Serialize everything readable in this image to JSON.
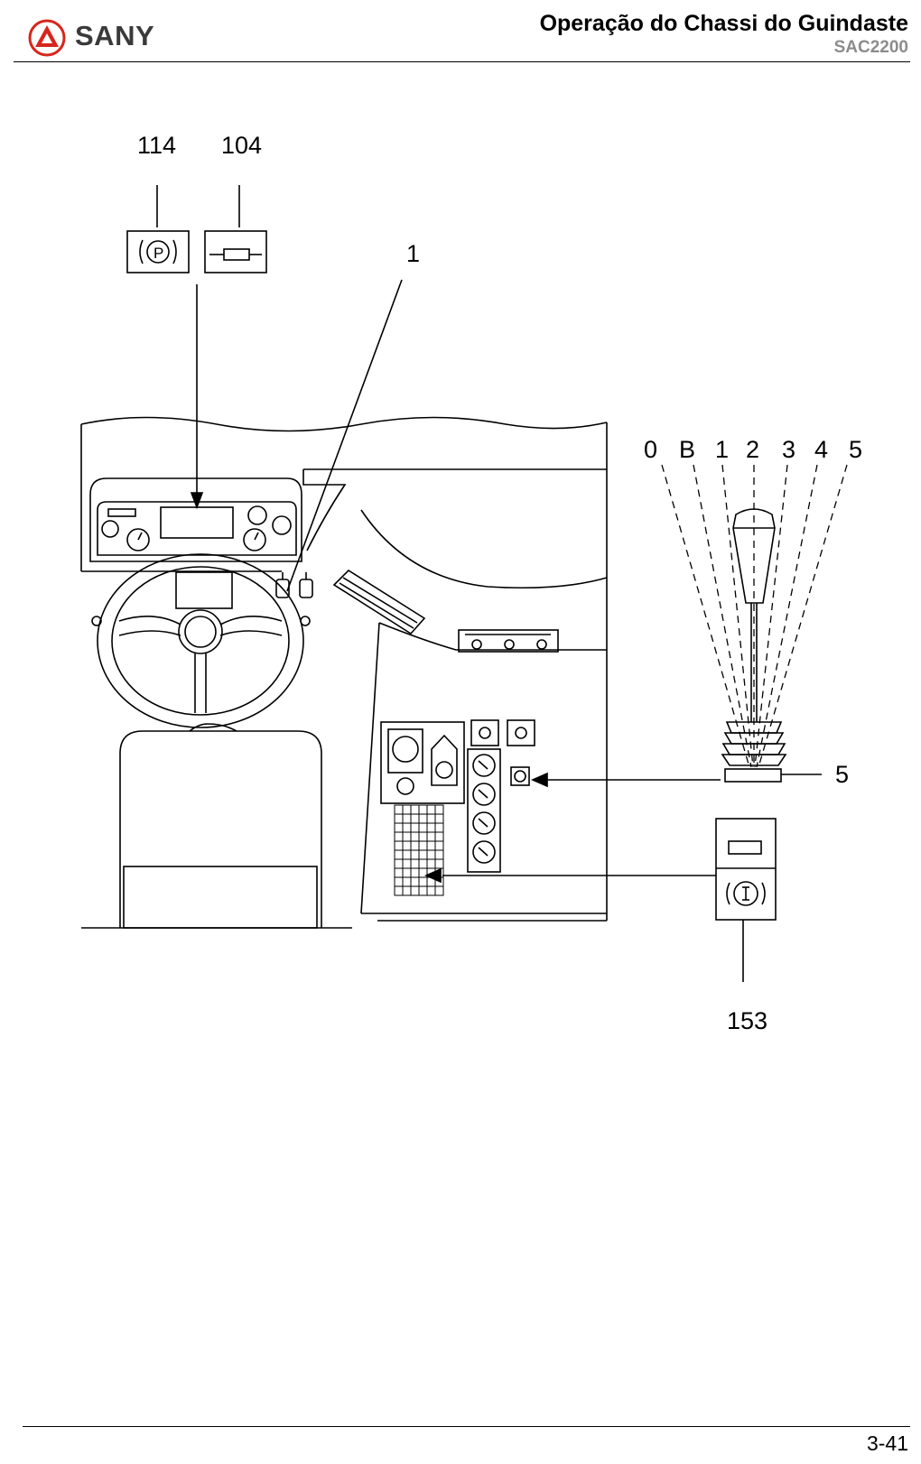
{
  "header": {
    "brand": "SANY",
    "title": "Operação do Chassi do Guindaste",
    "model": "SAC2200"
  },
  "figure": {
    "callouts": {
      "c114": "114",
      "c104": "104",
      "c1": "1",
      "c5": "5",
      "c153": "153"
    },
    "gear_positions": [
      "0",
      "B",
      "1",
      "2",
      "3",
      "4",
      "5"
    ]
  },
  "footer": {
    "page": "3-41"
  },
  "colors": {
    "logo_red": "#d7261c",
    "subtitle_gray": "#8c8c8c"
  }
}
